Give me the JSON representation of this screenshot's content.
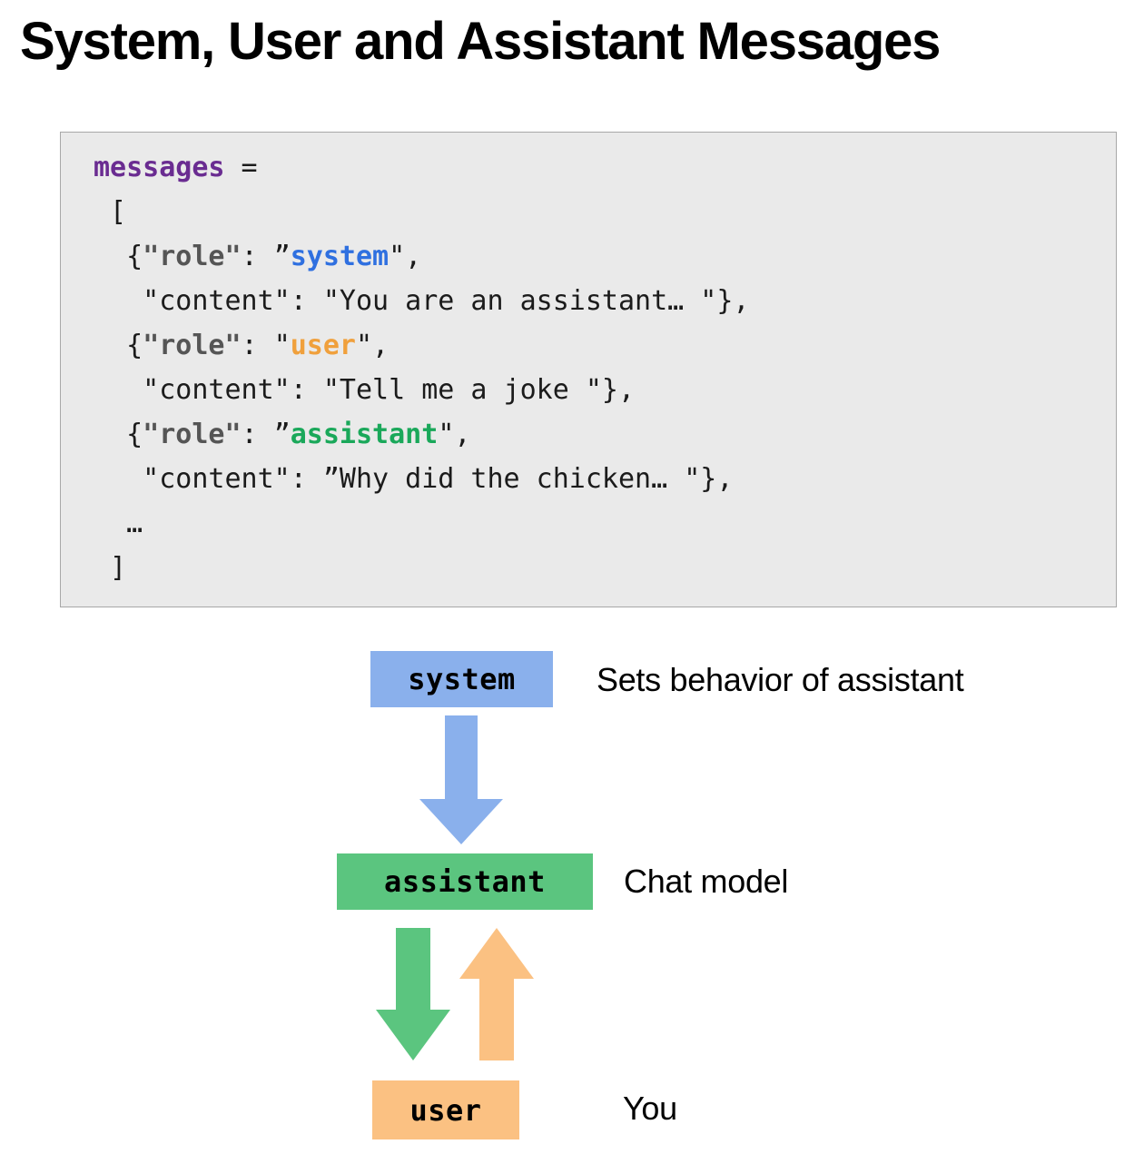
{
  "title": "System, User and Assistant Messages",
  "code_block": {
    "language": "python",
    "background_color": "#eaeaea",
    "border_color": "#a8a8a8",
    "lines": [
      {
        "id": "line-assign",
        "segments": [
          {
            "text": "messages",
            "style": "var"
          },
          {
            "text": " = ",
            "style": "plain"
          }
        ]
      },
      {
        "id": "line-open-bracket",
        "segments": [
          {
            "text": " [",
            "style": "plain"
          }
        ]
      },
      {
        "id": "line-role-system",
        "segments": [
          {
            "text": "  {",
            "style": "plain"
          },
          {
            "text": "\"role\"",
            "style": "key"
          },
          {
            "text": ": ",
            "style": "plain"
          },
          {
            "text": "”",
            "style": "plain"
          },
          {
            "text": "system",
            "style": "system"
          },
          {
            "text": "\",",
            "style": "plain"
          }
        ]
      },
      {
        "id": "line-content-system",
        "segments": [
          {
            "text": "   \"content\": \"You are an assistant… \"},",
            "style": "str"
          }
        ]
      },
      {
        "id": "line-role-user",
        "segments": [
          {
            "text": "  {",
            "style": "plain"
          },
          {
            "text": "\"role\"",
            "style": "key"
          },
          {
            "text": ": ",
            "style": "plain"
          },
          {
            "text": "\"",
            "style": "plain"
          },
          {
            "text": "user",
            "style": "user"
          },
          {
            "text": "\",",
            "style": "plain"
          }
        ]
      },
      {
        "id": "line-content-user",
        "segments": [
          {
            "text": "   \"content\": \"Tell me a joke \"},",
            "style": "str"
          }
        ]
      },
      {
        "id": "line-role-assistant",
        "segments": [
          {
            "text": "  {",
            "style": "plain"
          },
          {
            "text": "\"role\"",
            "style": "key"
          },
          {
            "text": ": ",
            "style": "plain"
          },
          {
            "text": "”",
            "style": "plain"
          },
          {
            "text": "assistant",
            "style": "assistant"
          },
          {
            "text": "\",",
            "style": "plain"
          }
        ]
      },
      {
        "id": "line-content-assistant",
        "segments": [
          {
            "text": "   \"content\": ”Why did the chicken… \"},",
            "style": "str"
          }
        ]
      },
      {
        "id": "line-ellipsis",
        "segments": [
          {
            "text": "  …",
            "style": "plain"
          }
        ]
      },
      {
        "id": "line-close-bracket",
        "segments": [
          {
            "text": " ]",
            "style": "plain"
          }
        ]
      }
    ]
  },
  "diagram": {
    "boxes": {
      "system": {
        "label": "system",
        "color": "#8ab0ec",
        "caption": "Sets behavior of assistant"
      },
      "assistant": {
        "label": "assistant",
        "color": "#5bc57f",
        "caption": "Chat model"
      },
      "user": {
        "label": "user",
        "color": "#fbc182",
        "caption": "You"
      }
    },
    "arrows": [
      {
        "name": "system-to-assistant",
        "direction": "down",
        "color": "#8ab0ec"
      },
      {
        "name": "assistant-to-user",
        "direction": "down",
        "color": "#5bc57f"
      },
      {
        "name": "user-to-assistant",
        "direction": "up",
        "color": "#fbc182"
      }
    ]
  },
  "colors": {
    "code_var_purple": "#6a2c91",
    "code_key_gray": "#555555",
    "system_blue": "#2f70e0",
    "user_orange": "#f0a03c",
    "assistant_green": "#1aa85a"
  }
}
